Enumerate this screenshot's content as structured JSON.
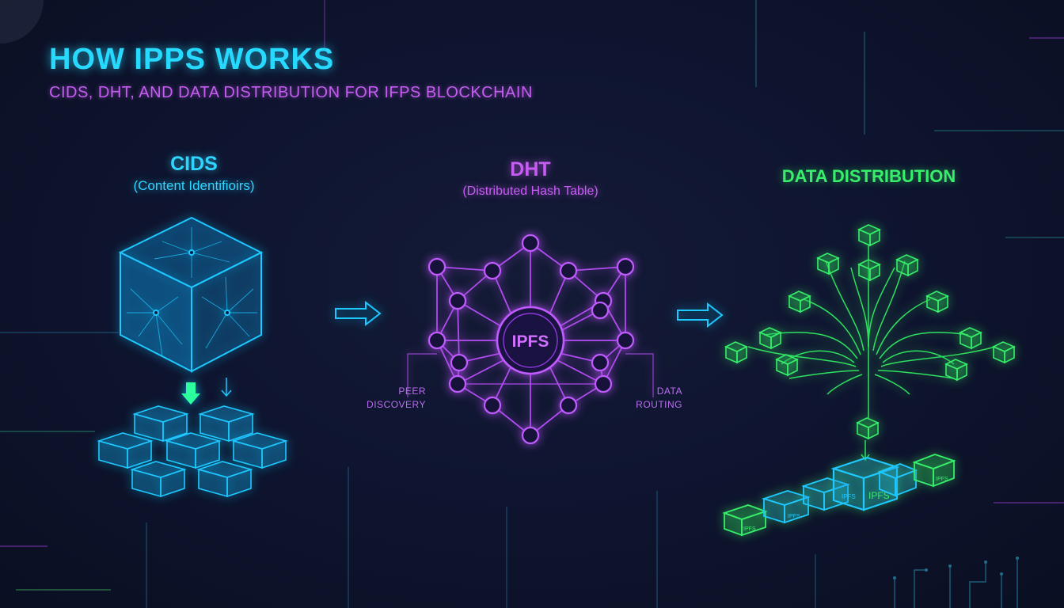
{
  "header": {
    "title": "HOW IPPS WORKS",
    "subtitle": "CIDS, DHT, AND DATA DISTRIBUTION FOR IFPS BLOCKCHAIN"
  },
  "sections": {
    "cids": {
      "title": "CIDS",
      "subtitle": "(Content Identifioirs)"
    },
    "dht": {
      "title": "DHT",
      "subtitle": "(Distributed Hash Table)",
      "center_label": "IPFS",
      "left_label": [
        "PEER",
        "DISCOVERY"
      ],
      "right_label": [
        "DATA",
        "ROUTING"
      ]
    },
    "distribution": {
      "title": "DATA DISTRIBUTION",
      "chain_labels": [
        "IPFS",
        "IPFS",
        "IPFS",
        "IPFS",
        "IPFS"
      ]
    }
  },
  "colors": {
    "cyan": "#2fd4ff",
    "purple": "#c65cf2",
    "green": "#37ef6a",
    "background": "#0f1530"
  },
  "icons": [
    "arrow-right-icon",
    "arrow-down-icon",
    "cube-icon",
    "network-node-icon",
    "block-icon"
  ]
}
